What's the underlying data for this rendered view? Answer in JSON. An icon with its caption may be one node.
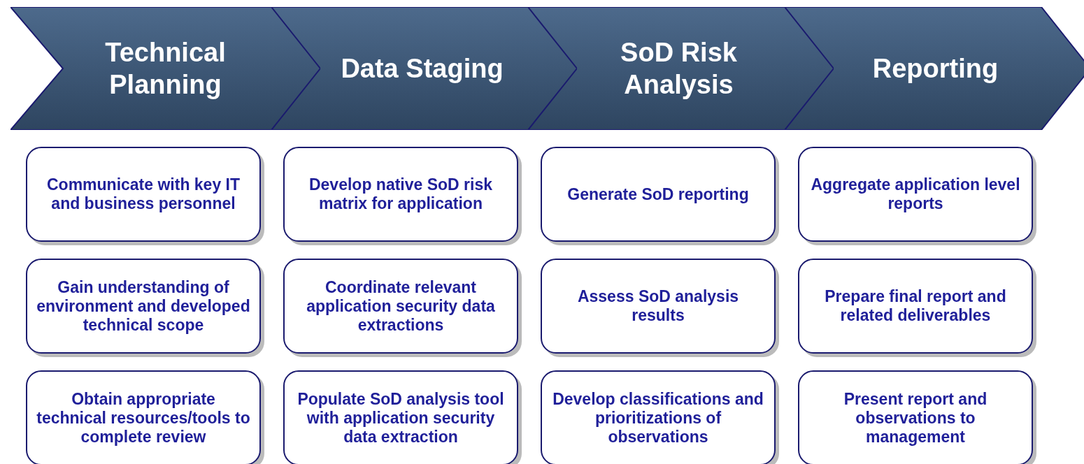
{
  "diagram": {
    "nodes": [
      {
        "text": [
          "Technical Planning"
        ]
      },
      {
        "text": [
          "Data Staging"
        ]
      },
      {
        "text": [
          "SoD Risk Analysis"
        ]
      },
      {
        "text": [
          "Reporting"
        ]
      },
      {
        "text": [
          "Communicate with key IT and business personnel"
        ]
      },
      {
        "text": [
          "Develop native SoD risk matrix for application"
        ]
      },
      {
        "text": [
          "Generate SoD reporting"
        ]
      },
      {
        "text": [
          "Aggregate application level reports"
        ]
      },
      {
        "text": [
          "Gain understanding of environment and developed technical scope"
        ]
      },
      {
        "text": [
          "Coordinate relevant application security data extractions"
        ]
      },
      {
        "text": [
          "Assess SoD analysis results"
        ]
      },
      {
        "text": [
          "Prepare final report and related deliverables"
        ]
      },
      {
        "text": [
          "Obtain appropriate technical resources/tools to complete review"
        ]
      },
      {
        "text": [
          "Populate SoD analysis tool with application security data extraction"
        ]
      },
      {
        "text": [
          "Develop classifications and prioritizations of observations"
        ]
      },
      {
        "text": [
          "Present report and observations to management"
        ]
      }
    ]
  }
}
